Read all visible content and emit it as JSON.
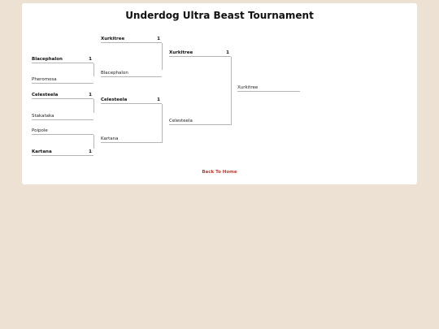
{
  "title": "Underdog Ultra Beast Tournament",
  "round1": [
    {
      "name": "Blacephalon",
      "score": "1"
    },
    {
      "name": "Pheromosa",
      "score": ""
    },
    {
      "name": "Celesteela",
      "score": "1"
    },
    {
      "name": "Stakataka",
      "score": ""
    },
    {
      "name": "Poipole",
      "score": ""
    },
    {
      "name": "Kartana",
      "score": "1"
    }
  ],
  "round2": [
    {
      "name": "Xurkitree",
      "score": "1"
    },
    {
      "name": "Blacephalon",
      "score": ""
    },
    {
      "name": "Celesteela",
      "score": "1"
    },
    {
      "name": "Kartana",
      "score": ""
    }
  ],
  "round3": [
    {
      "name": "Xurkitree",
      "score": "1"
    },
    {
      "name": "Celesteela",
      "score": ""
    }
  ],
  "champion": {
    "name": "Xurkitree"
  },
  "back_link": "Back To Home"
}
